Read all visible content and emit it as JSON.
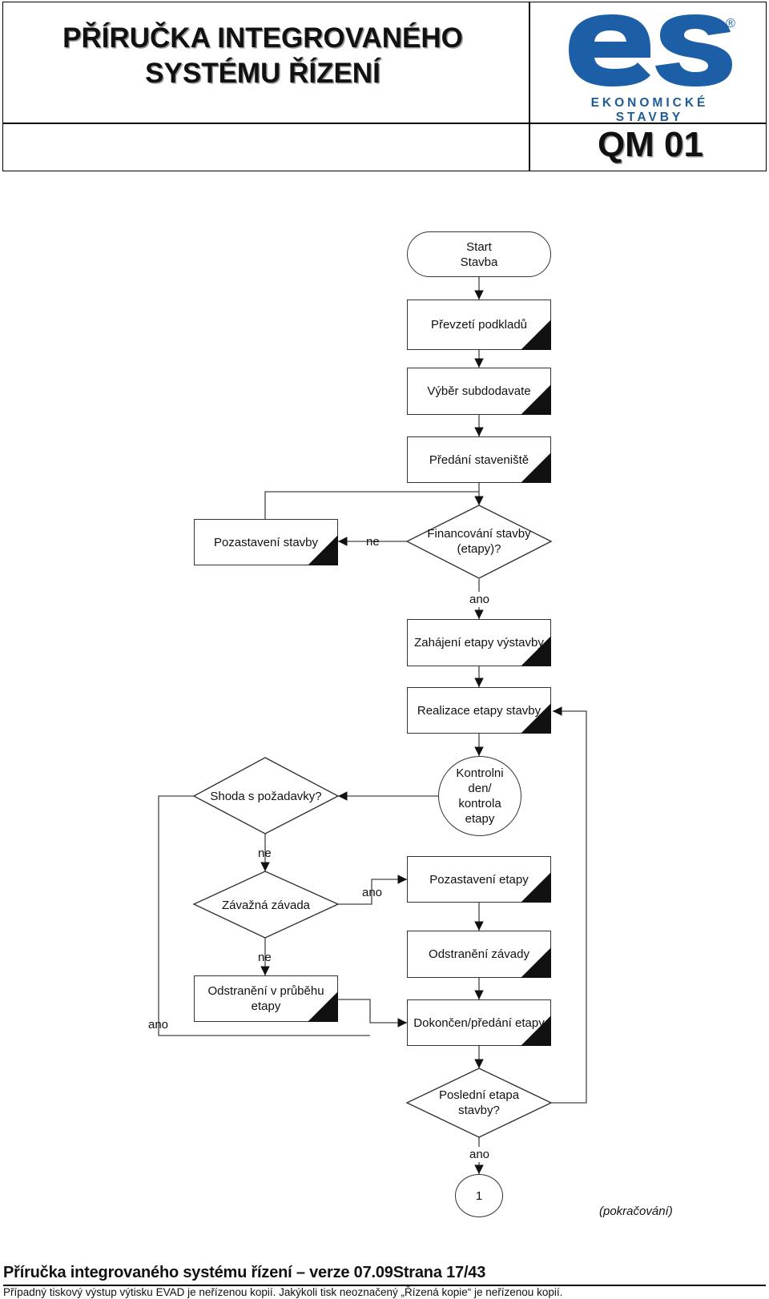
{
  "header": {
    "title_line1": "PŘÍRUČKA INTEGROVANÉHO",
    "title_line2": "SYSTÉMU ŘÍZENÍ",
    "logo_letters": "es",
    "logo_registered": "®",
    "logo_caption": "EKONOMICKÉ STAVBY",
    "doc_code": "QM 01",
    "brand_color": "#1d5fa6"
  },
  "flow": {
    "start_line1": "Start",
    "start_line2": "Stavba",
    "prevzeti": "Převzetí podkladů",
    "vyber": "Výběr subdodavate",
    "predani_staveniste": "Předání staveniště",
    "pozastaveni_stavby": "Pozastavení stavby",
    "ne_financovani": "ne",
    "financovani_line1": "Financování stavby",
    "financovani_line2": "(etapy)?",
    "ano_financovani": "ano",
    "zahajeni": "Zahájení etapy výstavby",
    "realizace": "Realizace etapy stavby",
    "shoda": "Shoda s požadavky?",
    "kontrolni_line1": "Kontrolni",
    "kontrolni_line2": "den/",
    "kontrolni_line3": "kontrola",
    "kontrolni_line4": "etapy",
    "ne_shoda": "ne",
    "zavazna": "Závažná závada",
    "ano_zavazna": "ano",
    "pozastaveni_etapy": "Pozastavení etapy",
    "ne_zavazna": "ne",
    "odstraneni_zavady": "Odstranění závady",
    "odstraneni_prubeh_line1": "Odstranění v průběhu",
    "odstraneni_prubeh_line2": "etapy",
    "ano_shoda": "ano",
    "dokonceni": "Dokončen/předání etapy",
    "posledni_line1": "Poslední etapa",
    "posledni_line2": "stavby?",
    "ano_posledni": "ano",
    "connector": "1",
    "continuation": "(pokračování)"
  },
  "footer": {
    "main": "Příručka integrovaného systému řízení – verze 07.09Strana 17/43",
    "note": "Případný tiskový výstup výtisku EVAD je neřízenou kopií. Jakýkoli tisk neoznačený „Řízená kopie“ je neřízenou kopií."
  }
}
